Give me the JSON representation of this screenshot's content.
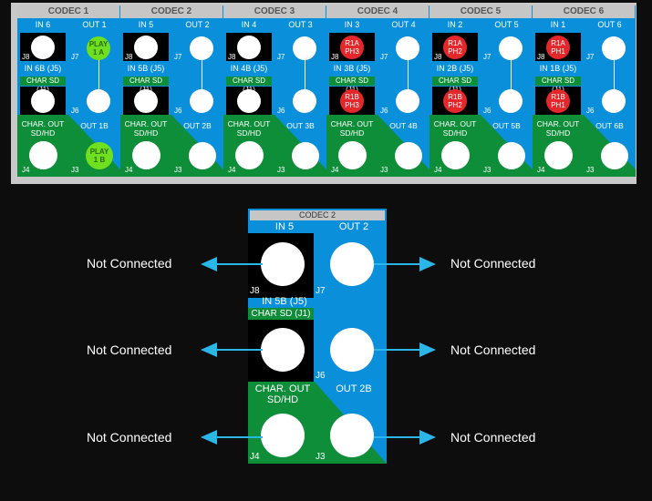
{
  "overview": {
    "codecs": [
      {
        "title": "CODEC 1",
        "in": "IN 6",
        "out": "OUT 1",
        "in_b": "IN 6B (J5)",
        "char_sd": "CHAR SD (J1)",
        "char_out": "CHAR. OUT",
        "char_out2": "SD/HD",
        "out_b": "OUT 1B",
        "pins": {
          "j8": "J8",
          "j7": "J7",
          "j6": "J6",
          "j4": "J4",
          "j3": "J3"
        },
        "in_badge": null,
        "out_badge": "PLAY 1 A",
        "in_b_badge": null,
        "out_b_badge": "PLAY 1 B"
      },
      {
        "title": "CODEC 2",
        "in": "IN 5",
        "out": "OUT 2",
        "in_b": "IN 5B (J5)",
        "char_sd": "CHAR SD (J1)",
        "char_out": "CHAR. OUT",
        "char_out2": "SD/HD",
        "out_b": "OUT 2B",
        "pins": {
          "j8": "J8",
          "j7": "J7",
          "j6": "J6",
          "j4": "J4",
          "j3": "J3"
        },
        "in_badge": null,
        "out_badge": null,
        "in_b_badge": null,
        "out_b_badge": null
      },
      {
        "title": "CODEC 3",
        "in": "IN 4",
        "out": "OUT 3",
        "in_b": "IN 4B (J5)",
        "char_sd": "CHAR SD (J1)",
        "char_out": "CHAR. OUT",
        "char_out2": "SD/HD",
        "out_b": "OUT 3B",
        "pins": {
          "j8": "J8",
          "j7": "J7",
          "j6": "J6",
          "j4": "J4",
          "j3": "J3"
        },
        "in_badge": null,
        "out_badge": null,
        "in_b_badge": null,
        "out_b_badge": null
      },
      {
        "title": "CODEC 4",
        "in": "IN 3",
        "out": "OUT 4",
        "in_b": "IN 3B (J5)",
        "char_sd": "CHAR SD (J1)",
        "char_out": "CHAR. OUT",
        "char_out2": "SD/HD",
        "out_b": "OUT 4B",
        "pins": {
          "j8": "J8",
          "j7": "J7",
          "j6": "J6",
          "j4": "J4",
          "j3": "J3"
        },
        "in_badge": "R1A PH3",
        "out_badge": null,
        "in_b_badge": "R1B PH3",
        "out_b_badge": null
      },
      {
        "title": "CODEC 5",
        "in": "IN 2",
        "out": "OUT 5",
        "in_b": "IN 2B (J5)",
        "char_sd": "CHAR SD (J1)",
        "char_out": "CHAR. OUT",
        "char_out2": "SD/HD",
        "out_b": "OUT 5B",
        "pins": {
          "j8": "J8",
          "j7": "J7",
          "j6": "J6",
          "j4": "J4",
          "j3": "J3"
        },
        "in_badge": "R1A PH2",
        "out_badge": null,
        "in_b_badge": "R1B PH2",
        "out_b_badge": null
      },
      {
        "title": "CODEC 6",
        "in": "IN 1",
        "out": "OUT 6",
        "in_b": "IN 1B (J5)",
        "char_sd": "CHAR SD (J1)",
        "char_out": "CHAR. OUT",
        "char_out2": "SD/HD",
        "out_b": "OUT 6B",
        "pins": {
          "j8": "J8",
          "j7": "J7",
          "j6": "J6",
          "j4": "J4",
          "j3": "J3"
        },
        "in_badge": "R1A PH1",
        "out_badge": null,
        "in_b_badge": "R1B PH1",
        "out_b_badge": null
      }
    ]
  },
  "detail": {
    "title": "CODEC 2",
    "in": "IN 5",
    "out": "OUT 2",
    "in_b": "IN 5B (J5)",
    "char_sd": "CHAR SD (J1)",
    "char_out": "CHAR. OUT",
    "char_out2": "SD/HD",
    "out_b": "OUT 2B",
    "pins": {
      "j8": "J8",
      "j7": "J7",
      "j6": "J6",
      "j4": "J4",
      "j3": "J3"
    },
    "connections": {
      "in": "Not Connected",
      "out": "Not Connected",
      "in_b": "Not Connected",
      "out_b": "Not Connected",
      "char_out": "Not Connected",
      "out_b2": "Not Connected"
    }
  },
  "colors": {
    "panel_blue": "#0a8fdb",
    "panel_green": "#0f8e3a",
    "header_gray": "#c6c6c6",
    "arrow": "#2bb6e8",
    "play_badge": "#6ee01f",
    "ph_badge": "#e5262b"
  }
}
